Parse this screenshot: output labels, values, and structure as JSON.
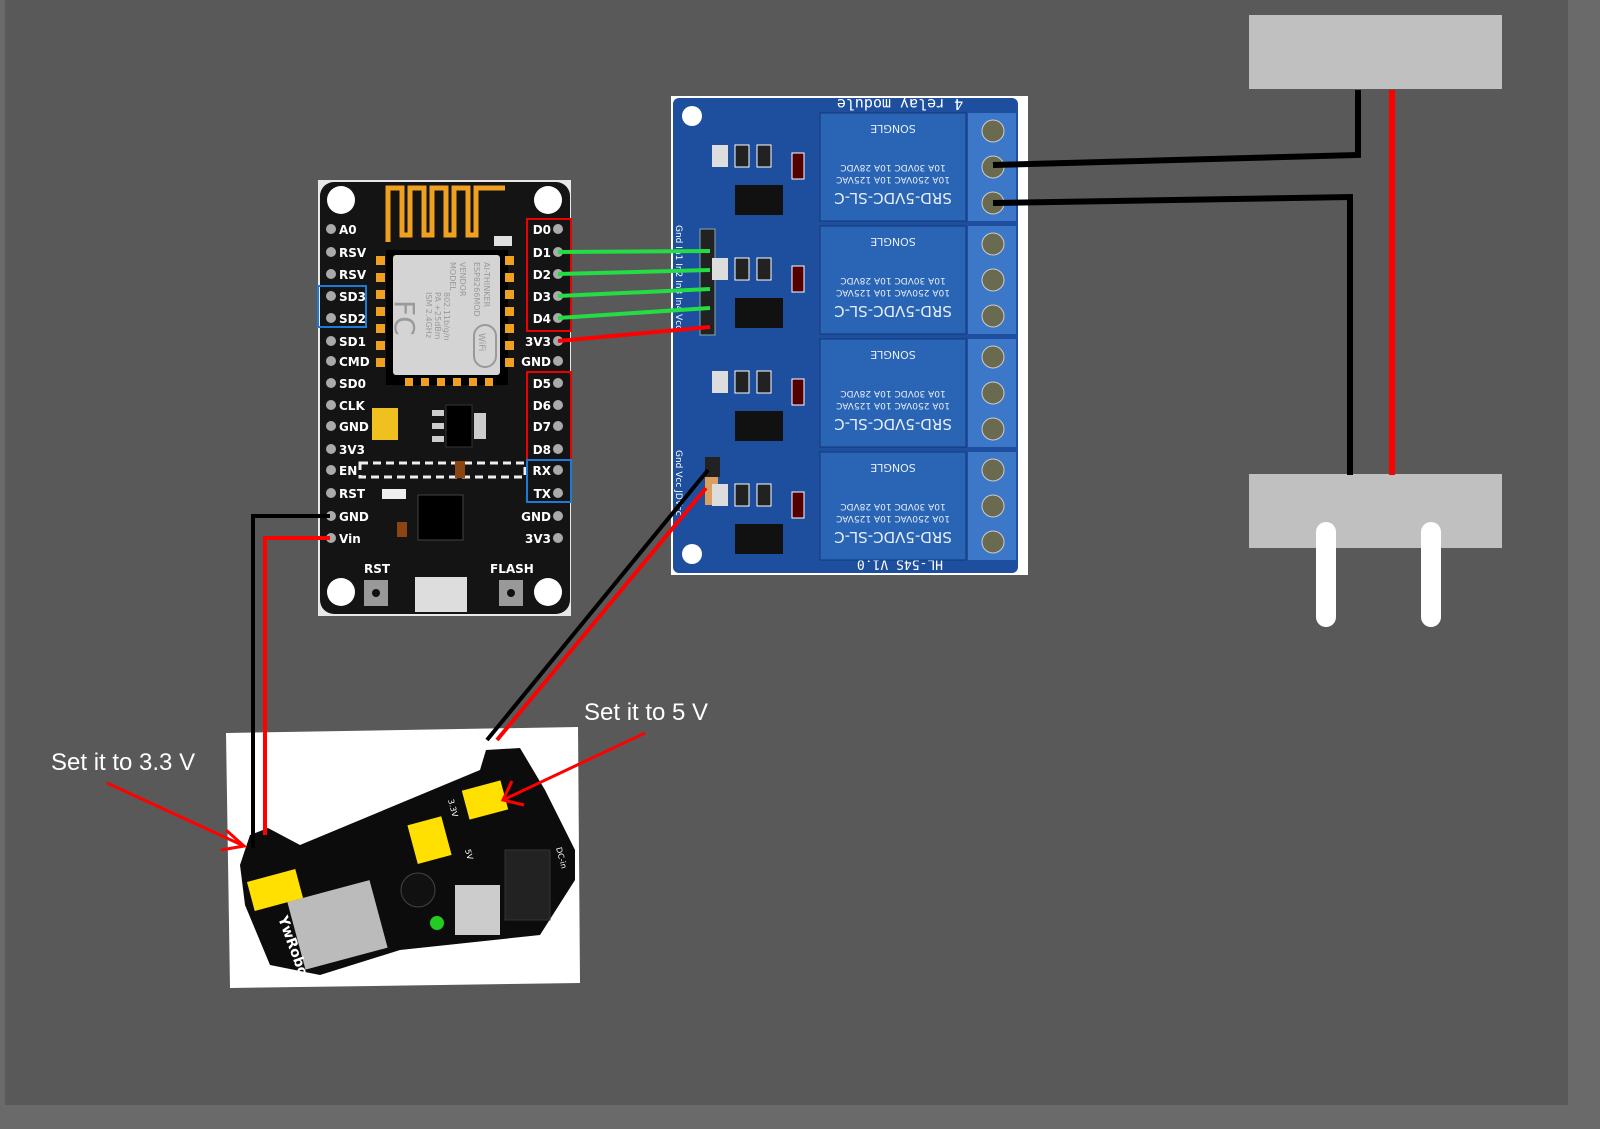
{
  "annotations": {
    "left_note": "Set it to 3.3 V",
    "right_note": "Set it to 5 V"
  },
  "nodemcu": {
    "left_pins": [
      "A0",
      "RSV",
      "RSV",
      "SD3",
      "SD2",
      "SD1",
      "CMD",
      "SD0",
      "CLK",
      "GND",
      "3V3",
      "EN",
      "RST",
      "GND",
      "Vin"
    ],
    "right_pins": [
      "D0",
      "D1",
      "D2",
      "D3",
      "D4",
      "3V3",
      "GND",
      "D5",
      "D6",
      "D7",
      "D8",
      "RX",
      "TX",
      "GND",
      "3V3"
    ],
    "module_text": [
      "MODEL",
      "VENDOR",
      "ESP8266MOD",
      "AI-THINKER",
      "ISM 2.4GHz",
      "PA +25dBm",
      "802.11b/g/n"
    ],
    "wifi_badge": "WiFi",
    "fc_mark": "FC",
    "rst_button": "RST",
    "flash_button": "FLASH"
  },
  "relay_module": {
    "title": "4 relay module",
    "input_header": "Gnd In1 In2 In3 In4 Vcc",
    "power_header": "Gnd Vcc JDVcc",
    "relays": [
      {
        "model": "SRD-5VDC-SL-C",
        "rating1": "10A 250VAC  10A 125VAC",
        "rating2": "10A 30VDC  10A 28VDC",
        "brand": "SONGLE"
      },
      {
        "model": "SRD-5VDC-SL-C",
        "rating1": "10A 250VAC  10A 125VAC",
        "rating2": "10A 30VDC  10A 28VDC",
        "brand": "SONGLE"
      },
      {
        "model": "SRD-5VDC-SL-C",
        "rating1": "10A 250VAC  10A 125VAC",
        "rating2": "10A 30VDC  10A 28VDC",
        "brand": "SONGLE"
      },
      {
        "model": "SRD-5VDC-SL-C",
        "rating1": "10A 250VAC  10A 125VAC",
        "rating2": "10A 30VDC  10A 28VDC",
        "brand": "SONGLE"
      }
    ],
    "board_label": "HL-54S V1.0"
  },
  "power_module": {
    "brand": "YwRobot",
    "jumper_33": "3.3V",
    "jumper_5": "5V",
    "dc_in": "DC-in"
  },
  "colors": {
    "background": "#595959",
    "signal_wire": "#22dd44",
    "power_wire": "#ff0000",
    "ground_wire": "#000000",
    "relay_board": "#1d4f9e",
    "appliance": "#c0c0c0"
  }
}
